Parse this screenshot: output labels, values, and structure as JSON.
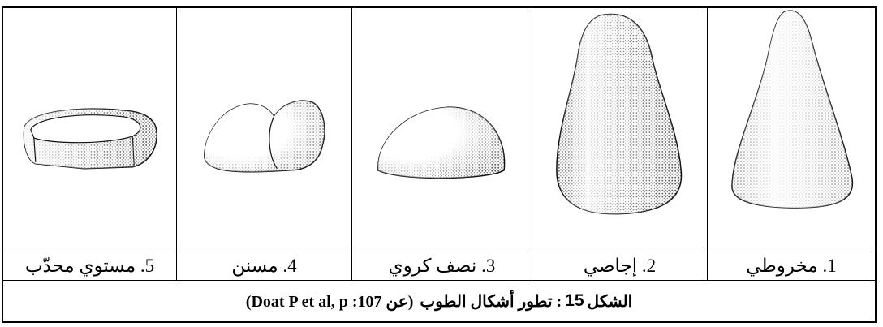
{
  "figure": {
    "shapes": [
      {
        "label": "5. مستوي محدّب"
      },
      {
        "label": "4. مسنن"
      },
      {
        "label": "3. نصف كروي"
      },
      {
        "label": "2. إجاصي"
      },
      {
        "label": "1. مخروطي"
      }
    ],
    "caption_prefix": "الشكل",
    "caption_number": "15",
    "caption_text": ": تطور أشكال الطوب",
    "caption_ref": "(عن Doat P et al, p :107)"
  }
}
